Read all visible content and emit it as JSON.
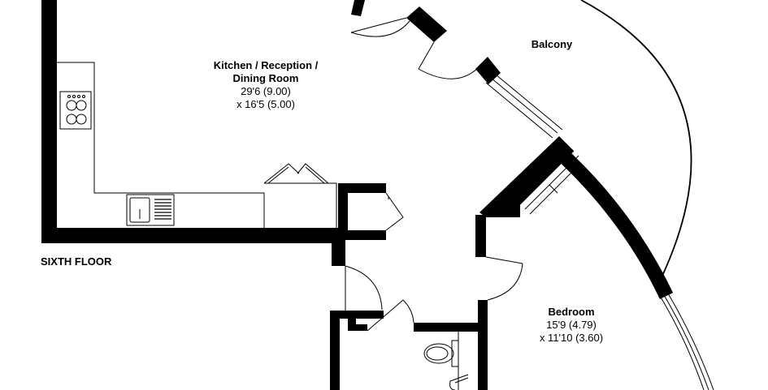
{
  "floor": {
    "label": "SIXTH FLOOR"
  },
  "rooms": {
    "kitchen": {
      "name_line1": "Kitchen / Reception /",
      "name_line2": "Dining Room",
      "dim1": "29'6 (9.00)",
      "dim2": "x 16'5 (5.00)"
    },
    "balcony": {
      "name": "Balcony"
    },
    "bedroom": {
      "name": "Bedroom",
      "dim1": "15'9 (4.79)",
      "dim2": "x 11'10 (3.60)"
    }
  },
  "colors": {
    "wall": "#000000",
    "background": "#ffffff",
    "line": "#000000"
  }
}
